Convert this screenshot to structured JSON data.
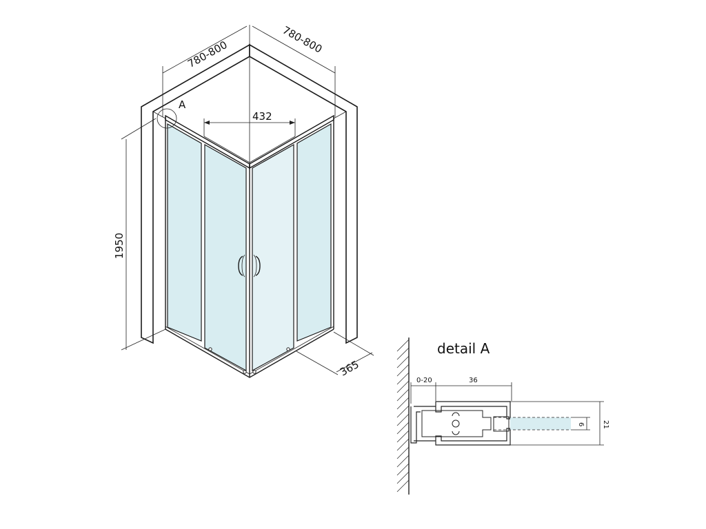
{
  "main_view": {
    "width_left_label": "780-800",
    "width_right_label": "780-800",
    "door_width_label": "432",
    "height_label": "1950",
    "depth_label": "365",
    "detail_marker": "A"
  },
  "detail": {
    "title": "detail A",
    "dim_gap": "0-20",
    "dim_profile": "36",
    "dim_height": "21",
    "dim_glass": "6"
  }
}
